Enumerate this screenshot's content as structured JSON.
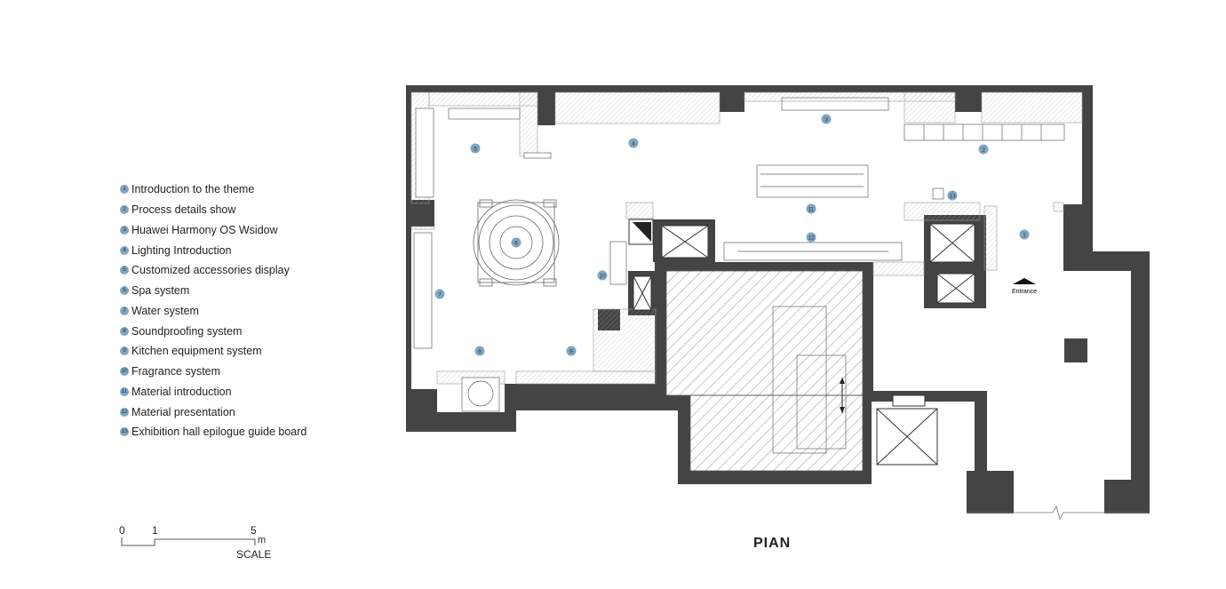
{
  "legend": [
    {
      "n": "1",
      "label": "Introduction to the theme"
    },
    {
      "n": "2",
      "label": "Process details show"
    },
    {
      "n": "3",
      "label": "Huawei Harmony OS Wsidow"
    },
    {
      "n": "4",
      "label": "Lighting Introduction"
    },
    {
      "n": "5",
      "label": "Customized accessories display"
    },
    {
      "n": "6",
      "label": "Spa system"
    },
    {
      "n": "7",
      "label": "Water system"
    },
    {
      "n": "8",
      "label": "Soundproofing system"
    },
    {
      "n": "9",
      "label": "Kitchen equipment system"
    },
    {
      "n": "10",
      "label": "Fragrance system"
    },
    {
      "n": "11",
      "label": "Material introduction"
    },
    {
      "n": "12",
      "label": "Material presentation"
    },
    {
      "n": "13",
      "label": "Exhibition hall epilogue guide board"
    }
  ],
  "scale": {
    "tick0": "0",
    "tick1": "1",
    "tick5": "5",
    "unit": "m",
    "label": "SCALE"
  },
  "plan": {
    "title": "PIAN",
    "entrance": "Entrance"
  },
  "markers": [
    "1",
    "2",
    "3",
    "4",
    "5",
    "6",
    "7",
    "8",
    "9",
    "10",
    "11",
    "12",
    "13"
  ],
  "colors": {
    "wall": "#444444",
    "marker_fill": "#7fa6c0",
    "marker_text": "#1d3a52",
    "hatch": "#777777"
  }
}
